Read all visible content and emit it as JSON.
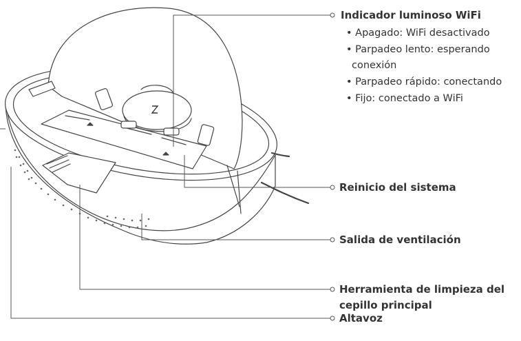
{
  "colors": {
    "ink": "#333333",
    "line": "#555555",
    "background": "#ffffff"
  },
  "callouts": {
    "wifi": {
      "title": "Indicador luminoso WiFi",
      "states": [
        "• Apagado: WiFi desactivado",
        "• Parpadeo lento: esperando",
        "conexión",
        "• Parpadeo rápido: conectando",
        "• Fijo: conectado a WiFi"
      ]
    },
    "reset": "Reinicio del sistema",
    "vent": "Salida de ventilación",
    "tool": [
      "Herramienta de limpieza del",
      "cepillo principal"
    ],
    "speaker": "Altavoz"
  },
  "icons": [
    "robot-vacuum-illustration",
    "callout-pointer-circle",
    "logo-mark-icon"
  ]
}
